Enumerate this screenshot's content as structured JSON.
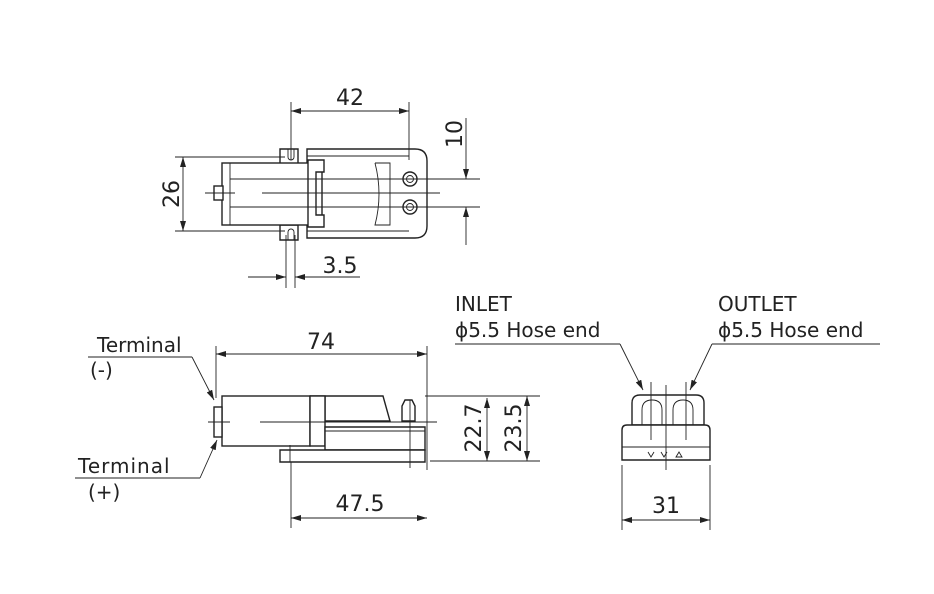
{
  "top_view": {
    "dim_length": "42",
    "dim_width": "26",
    "dim_port_pitch": "10",
    "dim_slot": "3.5"
  },
  "side_view": {
    "dim_overall": "74",
    "dim_base": "47.5",
    "dim_height_a": "22.7",
    "dim_height_b": "23.5",
    "terminal_neg_label": "Terminal",
    "terminal_neg_sign": "(-)",
    "terminal_pos_label": "Terminal",
    "terminal_pos_sign": "(+)"
  },
  "front_view": {
    "dim_width": "31",
    "inlet_label": "INLET",
    "inlet_spec": "ϕ5.5 Hose end",
    "outlet_label": "OUTLET",
    "outlet_spec": "ϕ5.5 Hose end"
  }
}
